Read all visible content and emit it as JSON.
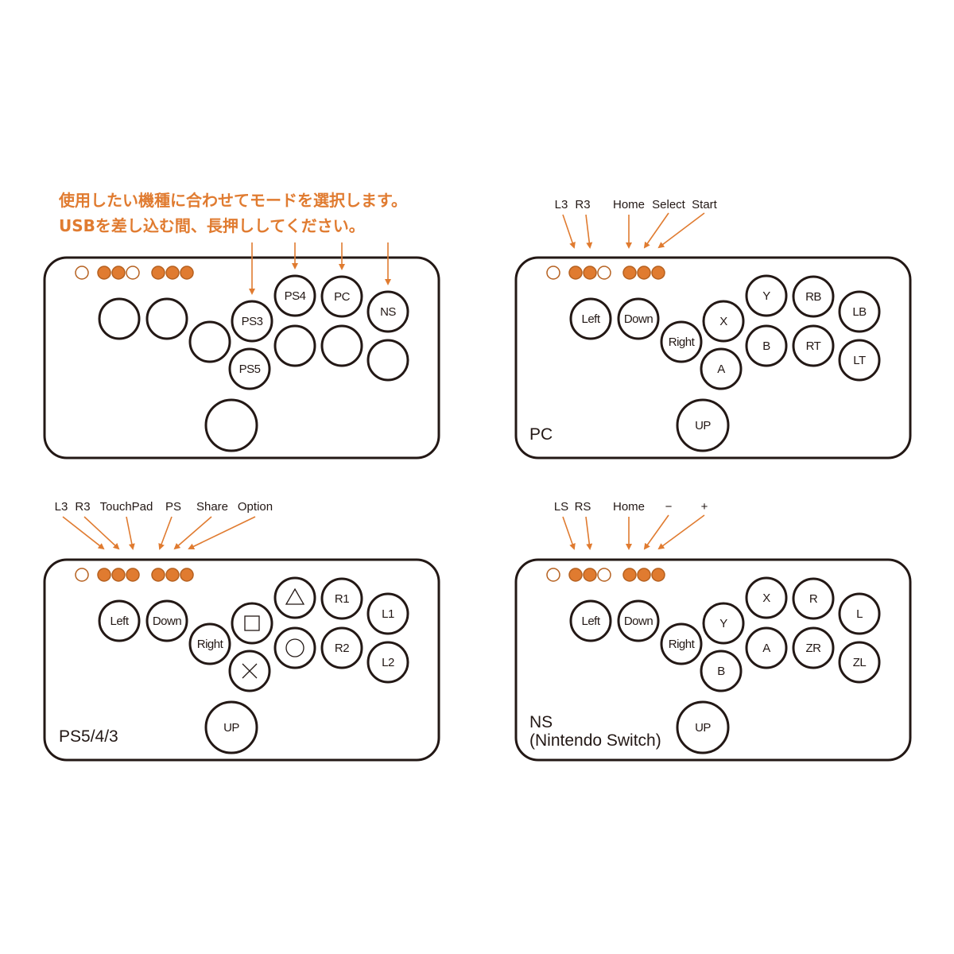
{
  "colors": {
    "accent": "#e07b30",
    "ink": "#231815"
  },
  "instructions": {
    "line1": "使用したい機種に合わせてモードを選択します。",
    "line2": "USBを差し込む間、長押ししてください。"
  },
  "panels": [
    {
      "id": "mode-select",
      "title": "",
      "subtitle": "",
      "header_labels": [],
      "indicator_filled": [
        false,
        true,
        true,
        false,
        true,
        true,
        true
      ],
      "buttons": [
        "",
        "",
        "",
        "PS3",
        "PS5",
        "PS4",
        "",
        "PC",
        "",
        "NS",
        "",
        ""
      ]
    },
    {
      "id": "pc",
      "title": "PC",
      "subtitle": "",
      "header_labels": [
        "L3",
        "R3",
        "Home",
        "Select",
        "Start"
      ],
      "indicator_filled": [
        false,
        true,
        true,
        false,
        true,
        true,
        true
      ],
      "buttons": [
        "Left",
        "Down",
        "Right",
        "X",
        "A",
        "Y",
        "B",
        "RB",
        "RT",
        "LB",
        "LT",
        "UP"
      ]
    },
    {
      "id": "ps",
      "title": "PS5/4/3",
      "subtitle": "",
      "header_labels": [
        "L3",
        "R3",
        "TouchPad",
        "PS",
        "Share",
        "Option"
      ],
      "indicator_filled": [
        false,
        true,
        true,
        true,
        true,
        true,
        true
      ],
      "buttons": [
        "Left",
        "Down",
        "Right",
        "square-icon",
        "cross-icon",
        "triangle-icon",
        "circle-icon",
        "R1",
        "R2",
        "L1",
        "L2",
        "UP"
      ]
    },
    {
      "id": "ns",
      "title": "NS",
      "subtitle": "(Nintendo Switch)",
      "header_labels": [
        "LS",
        "RS",
        "Home",
        "−",
        "+"
      ],
      "indicator_filled": [
        false,
        true,
        true,
        false,
        true,
        true,
        true
      ],
      "buttons": [
        "Left",
        "Down",
        "Right",
        "Y",
        "B",
        "X",
        "A",
        "R",
        "ZR",
        "L",
        "ZL",
        "UP"
      ]
    }
  ]
}
